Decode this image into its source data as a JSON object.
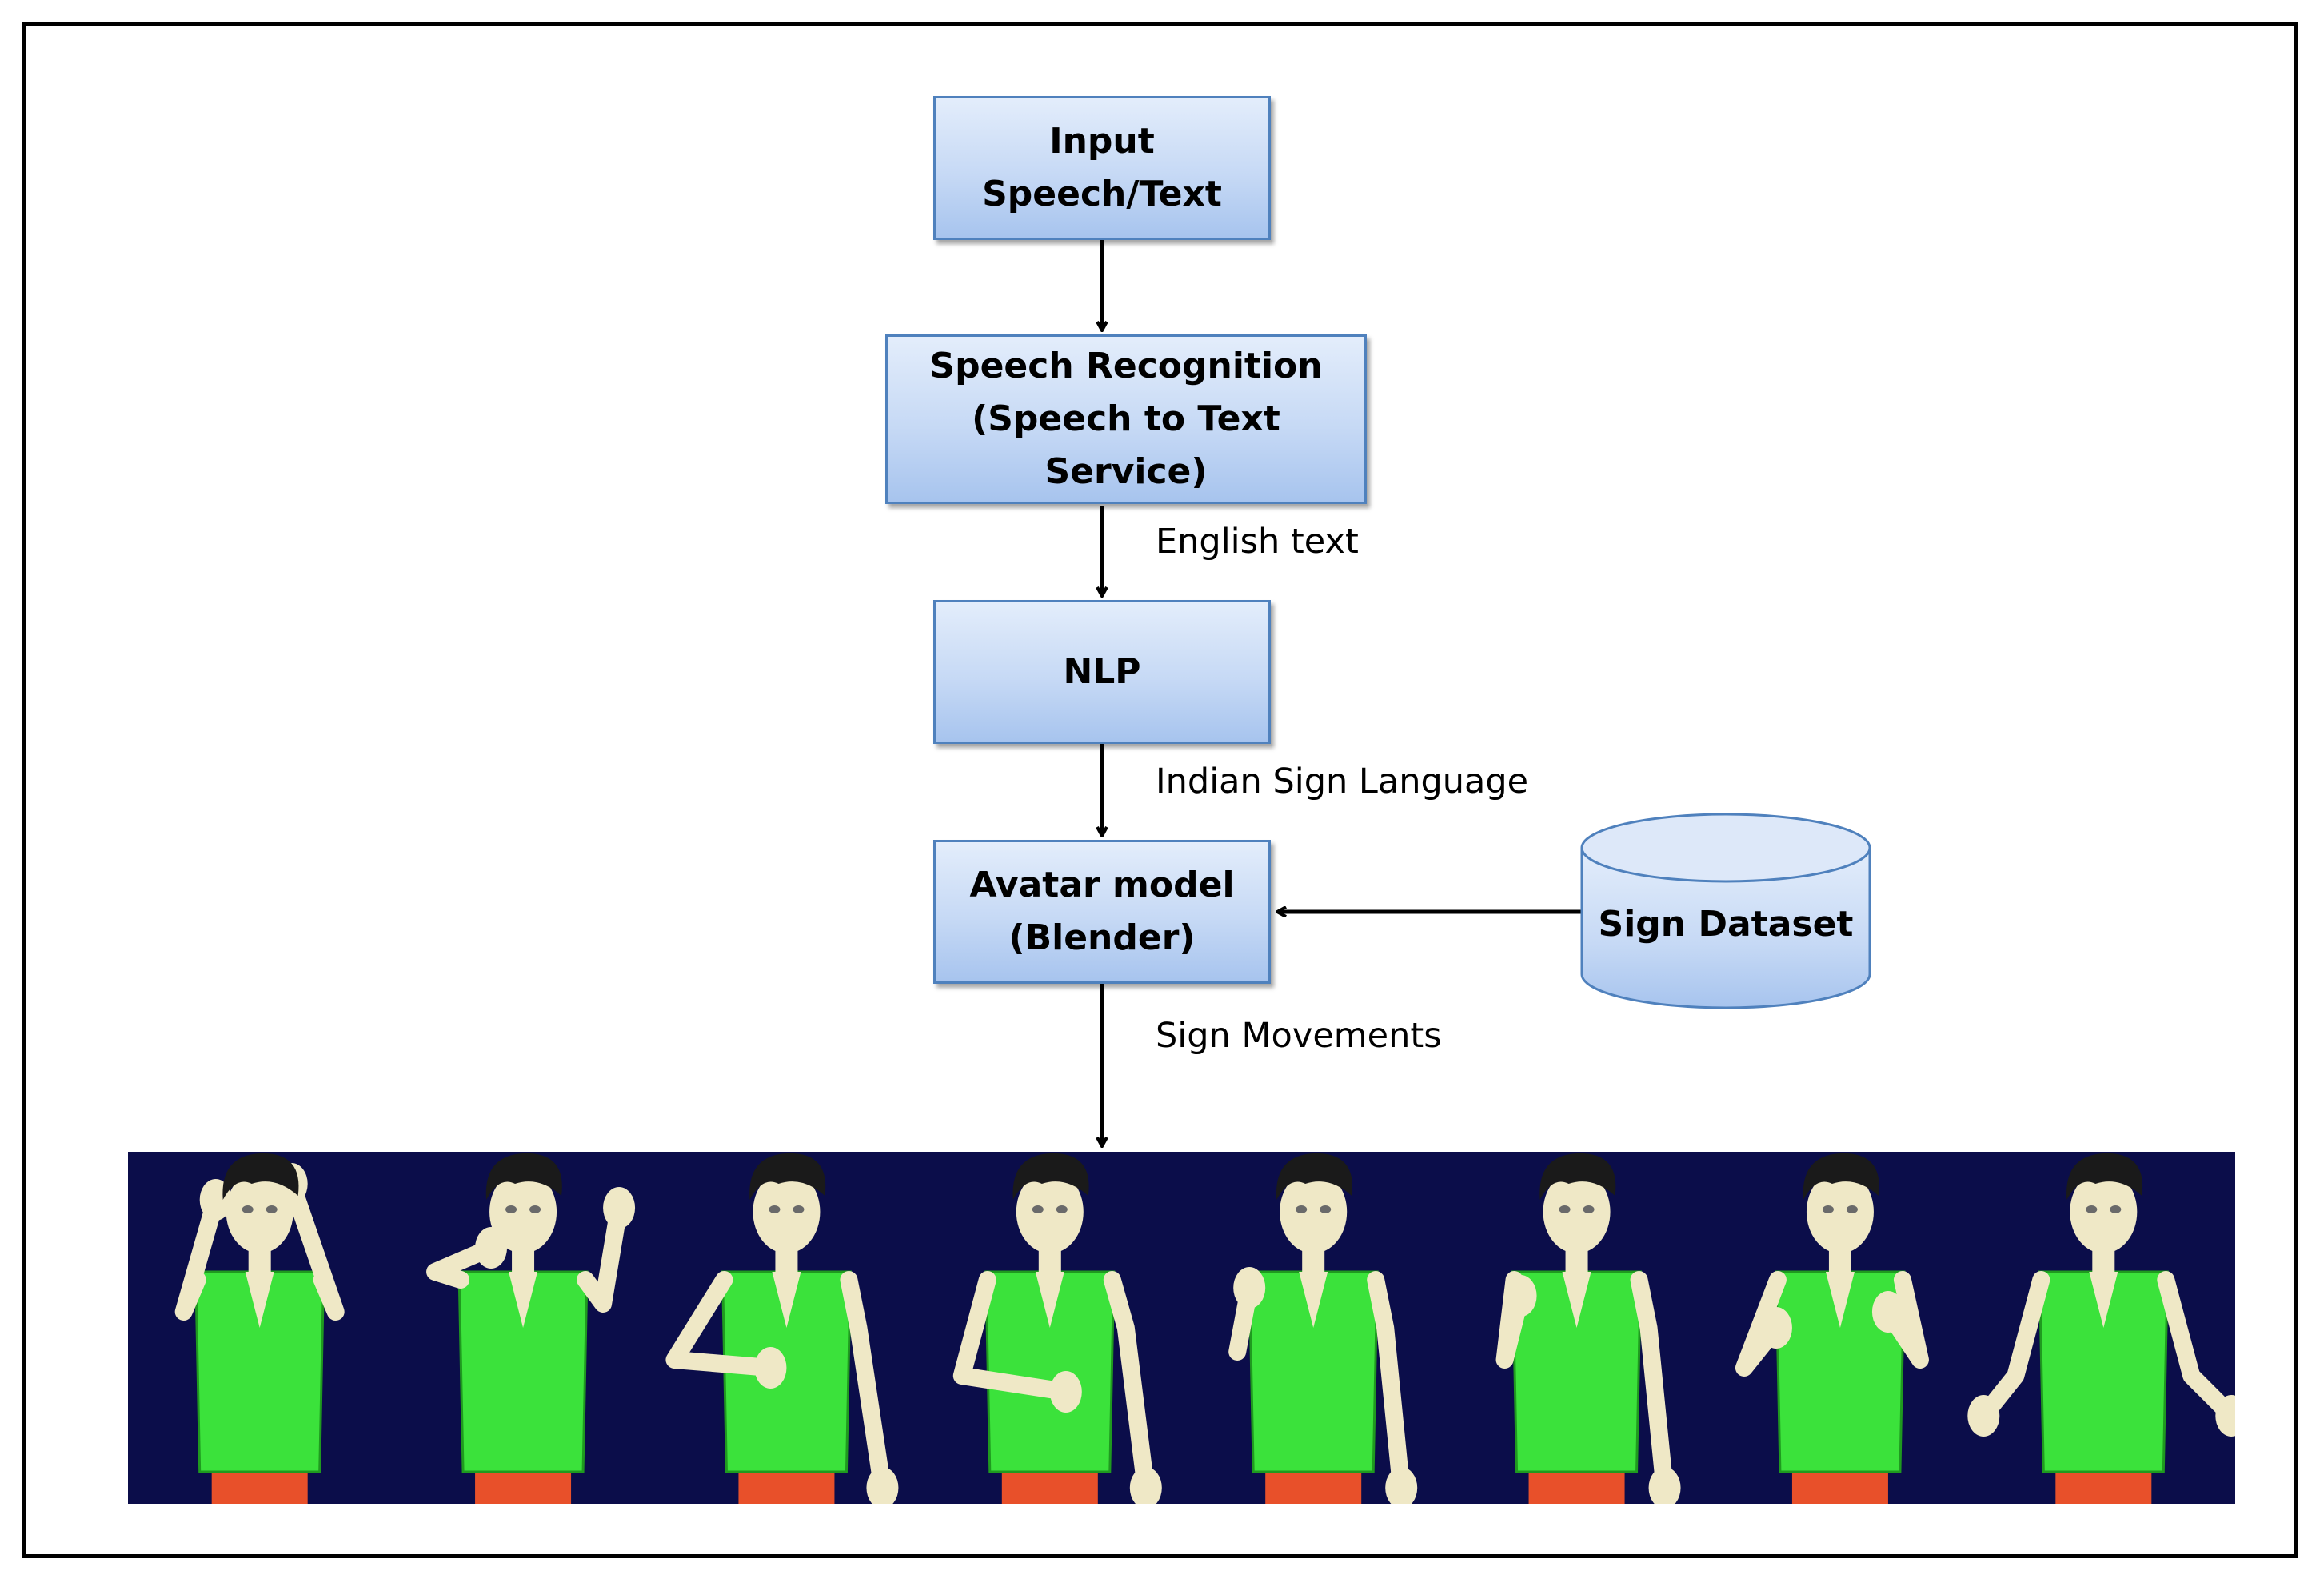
{
  "boxes": {
    "input": "Input\nSpeech/Text",
    "speech_recognition": "Speech Recognition\n(Speech to Text\nService)",
    "nlp": "NLP",
    "avatar": "Avatar model\n(Blender)"
  },
  "database": {
    "label": "Sign Dataset"
  },
  "edge_labels": {
    "english_text": "English text",
    "indian_sign_language": "Indian Sign Language",
    "sign_movements": "Sign Movements"
  },
  "colors": {
    "box_border": "#4f81bd",
    "box_fill": "#c6d9f5",
    "strip_background": "#0b0d4a",
    "avatar_shirt": "#3be23b",
    "avatar_skin": "#efe8c6",
    "avatar_hair": "#1a1a1a",
    "avatar_pants": "#e8502a"
  },
  "avatar_frames": 8
}
